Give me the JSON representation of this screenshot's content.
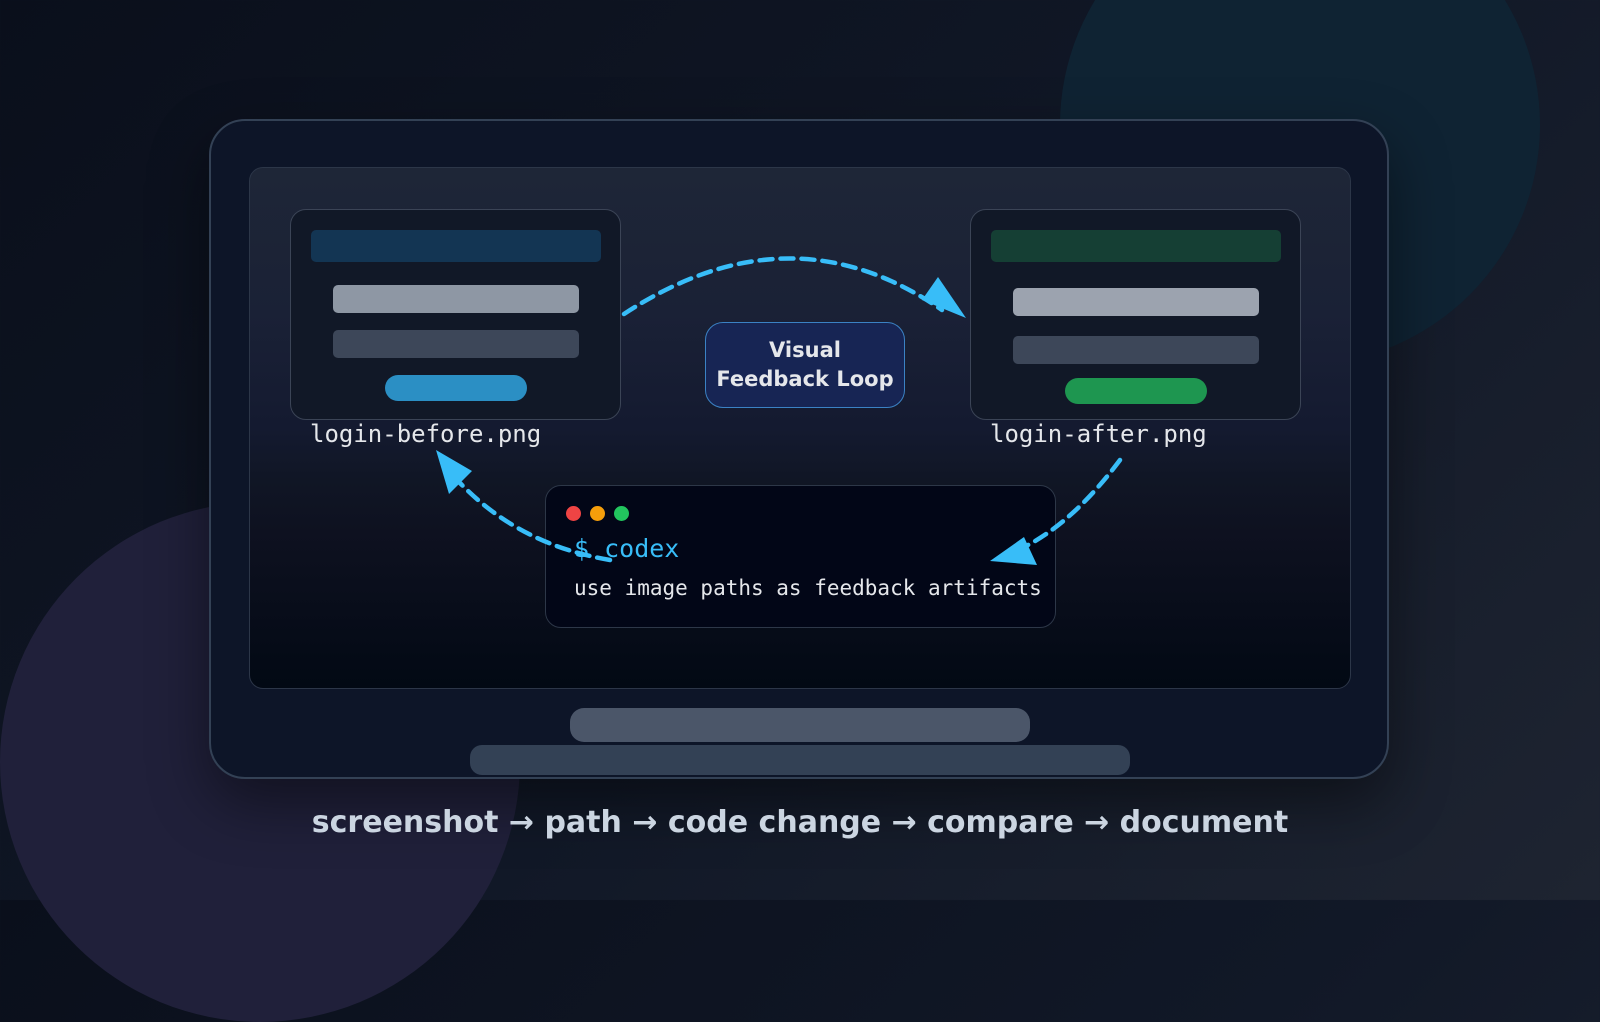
{
  "diagram": {
    "before_file": "login-before.png",
    "after_file": "login-after.png",
    "loop_label_line1": "Visual",
    "loop_label_line2": "Feedback Loop",
    "terminal": {
      "prompt": "$ codex",
      "message": "use image paths as feedback artifacts"
    },
    "caption": "screenshot → path → code change → compare → document"
  },
  "colors": {
    "arrow": "#38bdf8",
    "before_header": "#133553",
    "before_button": "#2b8fc4",
    "after_header": "#153f34",
    "after_button": "#1e9650",
    "terminal_red": "#ef4444",
    "terminal_yellow": "#f59e0b",
    "terminal_green": "#22c55e"
  }
}
